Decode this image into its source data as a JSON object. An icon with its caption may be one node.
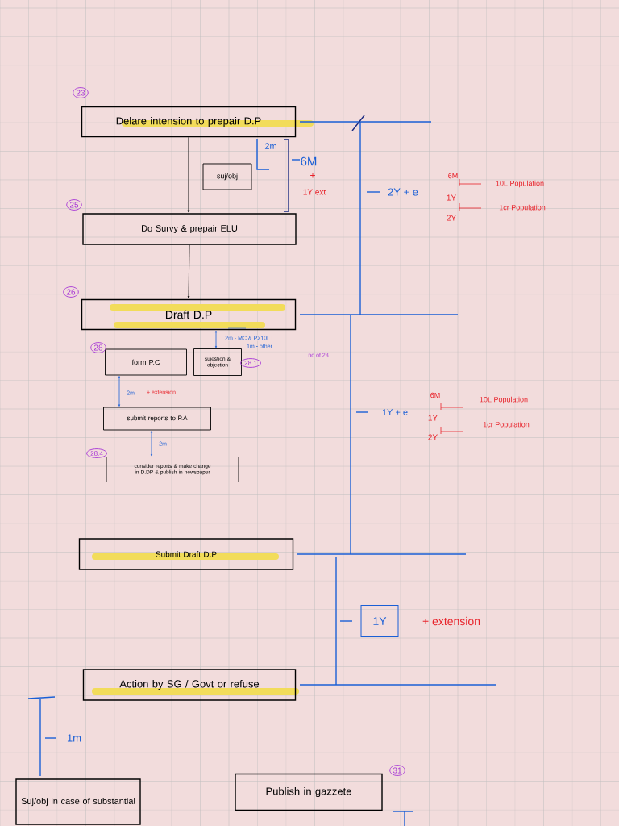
{
  "diagram": {
    "nodes": [
      {
        "text": [
          "Delare intension to prepair D.P"
        ],
        "beside": [
          "23"
        ]
      },
      {
        "text": [
          "suj/obj"
        ]
      },
      {
        "text": [
          "Do Survy & prepair ELU"
        ],
        "beside": [
          "25"
        ]
      },
      {
        "text": [
          "Draft D.P"
        ],
        "beside": [
          "26"
        ]
      },
      {
        "text": [
          "form P.C"
        ],
        "beside": [
          "28"
        ]
      },
      {
        "text": [
          "sujestion & objection"
        ],
        "beside": [
          "28.1"
        ]
      },
      {
        "text": [
          "submit reports to P.A"
        ]
      },
      {
        "text": [
          "consider reports & make change in D.DP & publish in newspaper"
        ],
        "beside": [
          "28.4"
        ]
      },
      {
        "text": [
          "Submit Draft D.P"
        ]
      },
      {
        "text": [
          "Action by SG / Govt or refuse"
        ]
      },
      {
        "text": [
          "Suj/obj in case of substantial"
        ]
      },
      {
        "text": [
          "Publish in gazzete"
        ],
        "beside": [
          "31"
        ]
      },
      {
        "text": [
          "1Y"
        ]
      }
    ],
    "edges": [
      {
        "from": 0,
        "to": 2,
        "arrow": "to",
        "color": "#111111"
      },
      {
        "from": 2,
        "to": 3,
        "arrow": "to",
        "color": "#111111"
      },
      {
        "from": 3,
        "to": 5,
        "arrow": "both",
        "label": "2m - MC & P>10L"
      },
      {
        "from": 4,
        "to": 6,
        "arrow": "both",
        "label": "2m"
      },
      {
        "from": 6,
        "to": 7,
        "arrow": "both",
        "label": "2m"
      }
    ],
    "labels": [
      "2m",
      "6M",
      "+",
      "1Y ext",
      "2Y + e",
      "6M",
      "10L Population",
      "1Y",
      "1cr Population",
      "2Y",
      "1m - other",
      "no of 28",
      "+ extension",
      "1Y + e",
      "6M",
      "10L Population",
      "1Y",
      "1cr Population",
      "2Y",
      "+ extension",
      "1m"
    ]
  }
}
